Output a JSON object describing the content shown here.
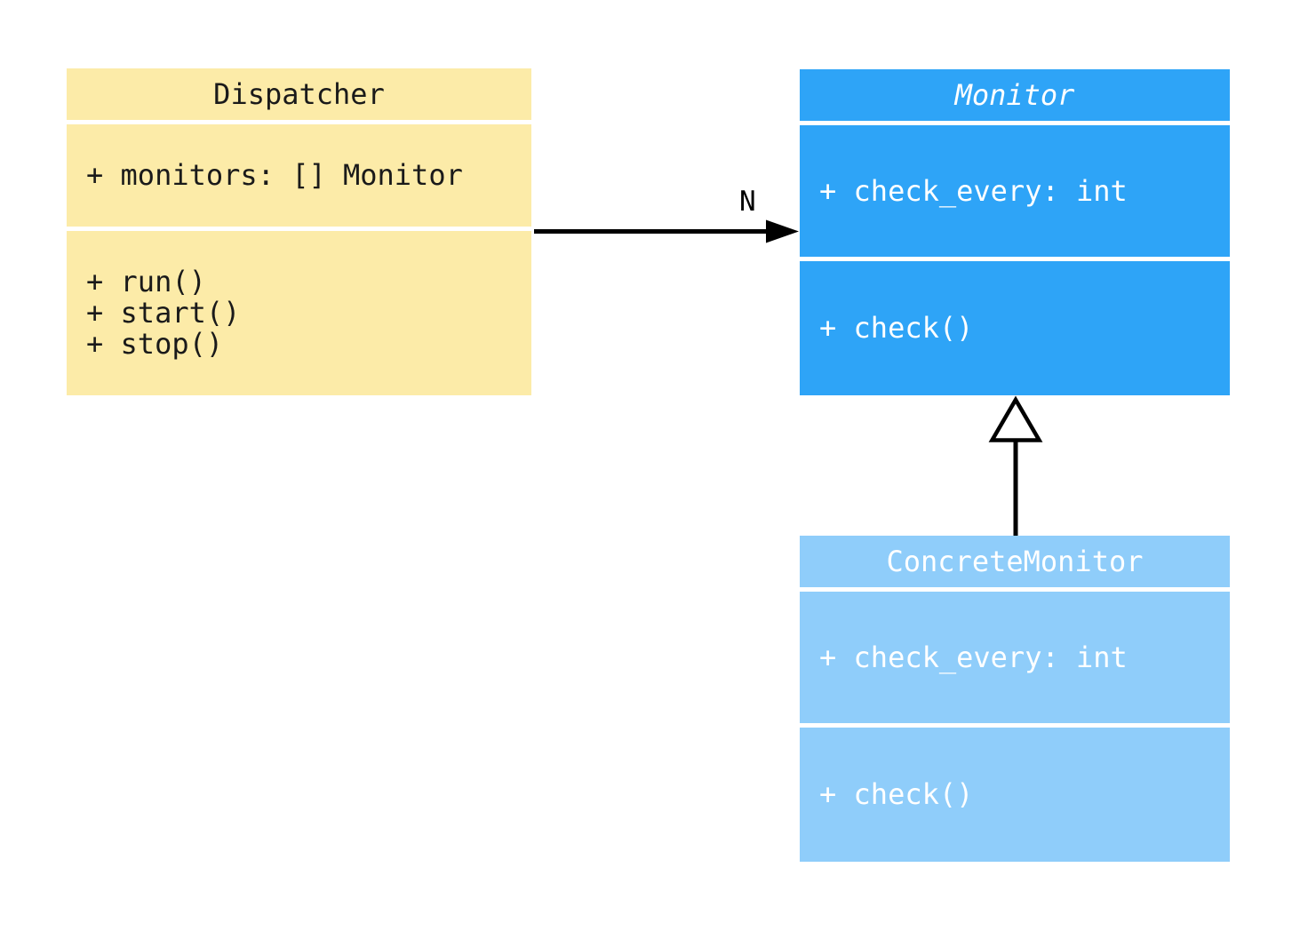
{
  "diagram": {
    "type": "uml-class-diagram",
    "background": "#ffffff",
    "edge_color": "#000000",
    "classes": [
      {
        "name": "Dispatcher",
        "abstract": false,
        "fill": "#FCEBA8",
        "text_color": "#1a1a1a",
        "attributes": [
          "+ monitors: [] Monitor"
        ],
        "methods": [
          "+ run()",
          "+ start()",
          "+ stop()"
        ]
      },
      {
        "name": "Monitor",
        "abstract": true,
        "fill": "#2EA4F7",
        "text_color": "#ffffff",
        "attributes": [
          "+ check_every: int"
        ],
        "methods": [
          "+ check()"
        ]
      },
      {
        "name": "ConcreteMonitor",
        "abstract": false,
        "fill": "#8FCDFA",
        "text_color": "#ffffff",
        "attributes": [
          "+ check_every: int"
        ],
        "methods": [
          "+ check()"
        ]
      }
    ],
    "edges": [
      {
        "type": "association",
        "from": "Dispatcher",
        "to": "Monitor",
        "label": "N",
        "arrowhead": "filled-triangle"
      },
      {
        "type": "inheritance",
        "from": "ConcreteMonitor",
        "to": "Monitor",
        "label": "",
        "arrowhead": "hollow-triangle"
      }
    ]
  }
}
